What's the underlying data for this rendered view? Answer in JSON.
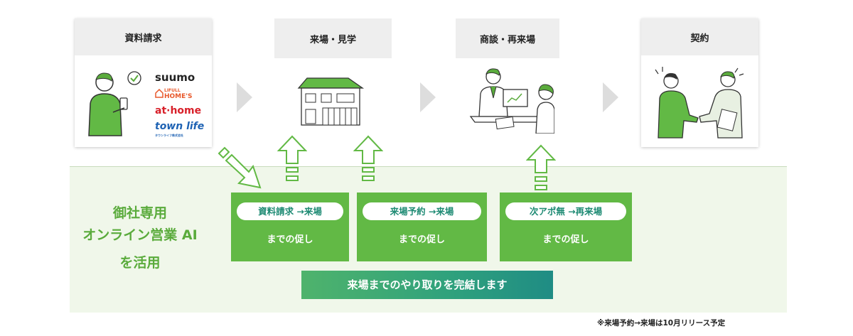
{
  "stages": [
    {
      "label": "資料請求"
    },
    {
      "label": "来場・見学"
    },
    {
      "label": "商談・再来場"
    },
    {
      "label": "契約"
    }
  ],
  "logos": {
    "suumo": "suumo",
    "lifull_top": "LIFULL",
    "lifull_bottom": "HOME'S",
    "athome": "at·home",
    "townlife": "town life",
    "townlife_sub": "タウンライフ株式会社"
  },
  "headline": {
    "line1": "御社専用",
    "line2": "オンライン営業 AI",
    "line3": "を活用"
  },
  "ai_steps": [
    {
      "title": "資料請求 →来場",
      "sub": "までの促し"
    },
    {
      "title": "来場予約 →来場",
      "sub": "までの促し"
    },
    {
      "title": "次アポ無 →再来場",
      "sub": "までの促し"
    }
  ],
  "bottom_bar": "来場までのやり取りを完結します",
  "footnote": "※来場予約→来場は10月リリース予定",
  "colors": {
    "green": "#62b945",
    "headline_green": "#5aab3c",
    "teal": "#1d8a73",
    "band": "#f0f7ea"
  }
}
